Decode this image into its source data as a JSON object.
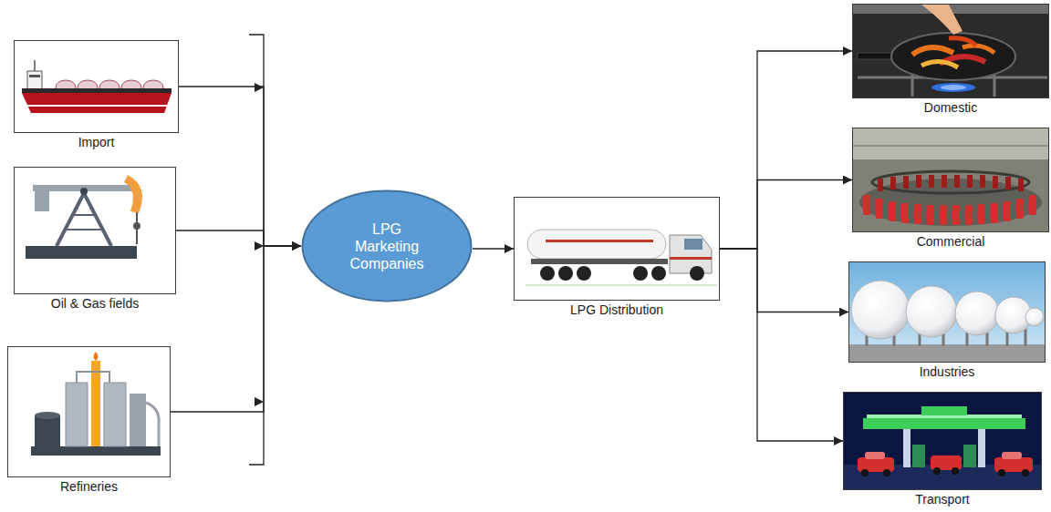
{
  "diagram": {
    "nodes": [
      {
        "text": [
          "Import"
        ]
      },
      {
        "text": [
          "Oil & Gas fields"
        ]
      },
      {
        "text": [
          "Refineries"
        ]
      },
      {
        "text": [
          "LPG Marketing Companies"
        ]
      },
      {
        "text": [
          "LPG Distribution"
        ]
      },
      {
        "text": [
          "Domestic"
        ]
      },
      {
        "text": [
          "Commercial"
        ]
      },
      {
        "text": [
          "Industries"
        ]
      },
      {
        "text": [
          "Transport"
        ]
      }
    ],
    "edges": [
      {
        "from": 0,
        "to": 3,
        "arrow": "to"
      },
      {
        "from": 1,
        "to": 3,
        "arrow": "to"
      },
      {
        "from": 2,
        "to": 3,
        "arrow": "to"
      },
      {
        "from": 3,
        "to": 4,
        "arrow": "to"
      },
      {
        "from": 4,
        "to": 5,
        "arrow": "to"
      },
      {
        "from": 4,
        "to": 6,
        "arrow": "to"
      },
      {
        "from": 4,
        "to": 7,
        "arrow": "to"
      },
      {
        "from": 4,
        "to": 8,
        "arrow": "to"
      }
    ]
  }
}
